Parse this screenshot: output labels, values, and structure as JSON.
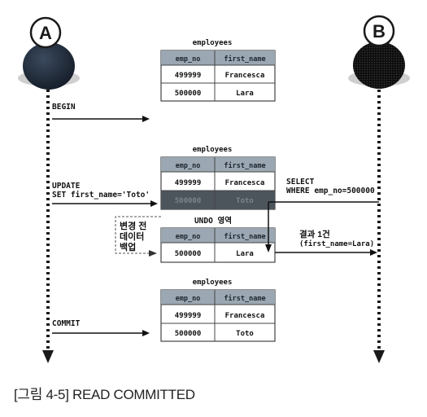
{
  "actors": {
    "a": {
      "label": "A"
    },
    "b": {
      "label": "B"
    }
  },
  "columns": [
    "emp_no",
    "first_name"
  ],
  "tables": {
    "t1": {
      "name": "employees",
      "rows": [
        [
          "499999",
          "Francesca"
        ],
        [
          "500000",
          "Lara"
        ]
      ]
    },
    "t2": {
      "name": "employees",
      "rows": [
        [
          "499999",
          "Francesca"
        ],
        [
          "500000",
          "Toto"
        ]
      ]
    },
    "undo": {
      "name": "UNDO 영역",
      "rows": [
        [
          "500000",
          "Lara"
        ]
      ]
    },
    "t3": {
      "name": "employees",
      "rows": [
        [
          "499999",
          "Francesca"
        ],
        [
          "500000",
          "Toto"
        ]
      ]
    }
  },
  "steps": {
    "begin": "BEGIN",
    "update_line1": "UPDATE",
    "update_line2": "SET first_name='Toto'",
    "commit": "COMMIT"
  },
  "select": {
    "line1": "SELECT",
    "line2": "WHERE emp_no=500000"
  },
  "result": {
    "line1": "결과 1건",
    "line2": "(first_name=Lara)"
  },
  "backup": {
    "line1": "변경 전",
    "line2": "데이터",
    "line3": "백업"
  },
  "caption": "[그림 4-5] READ COMMITTED",
  "colors": {
    "table_header_bg": "#9ba7b2",
    "cell_bg": "#ffffff",
    "faded_row_bg": "#4d555c",
    "faded_text": "#7c848b",
    "lifeline": "#1a1a1a",
    "head_a": "#1f2a38",
    "head_b": "#111111",
    "shadow": "#d7d7d7"
  }
}
